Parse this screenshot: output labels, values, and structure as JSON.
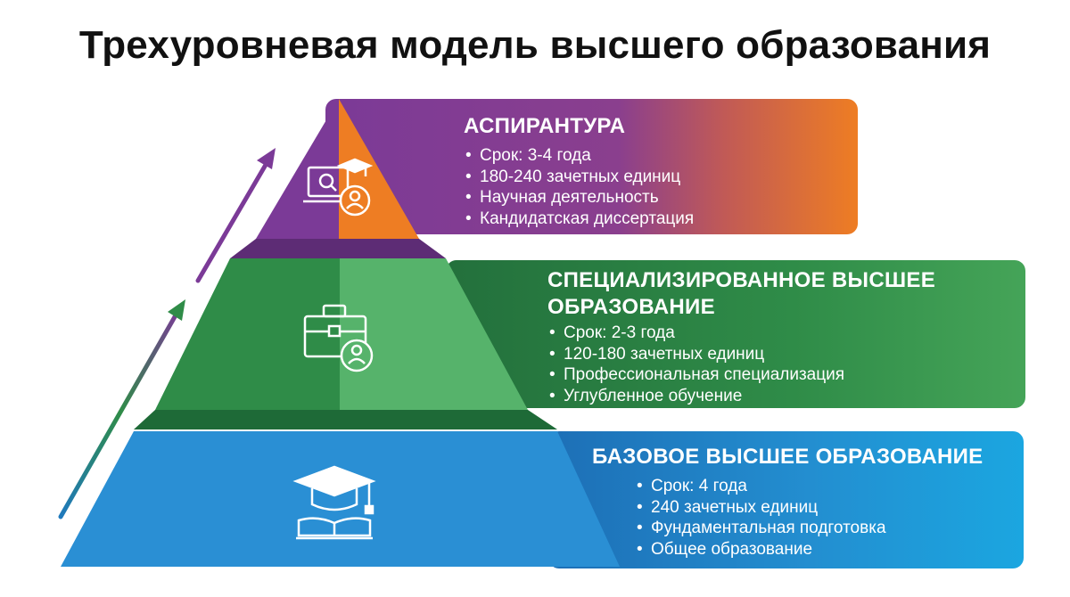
{
  "title": "Трехуровневая модель высшего образования",
  "colors": {
    "purple": "#7b3a97",
    "orange": "#ee7d23",
    "green_dark": "#2c8a45",
    "green_light": "#56b36b",
    "blue": "#2a8fd4",
    "blue_light": "#19a7e4"
  },
  "levels": [
    {
      "heading": "АСПИРАНТУРА",
      "items": [
        "Срок: 3-4 года",
        "180-240 зачетных единиц",
        "Научная деятельность",
        "Кандидатская диссертация"
      ],
      "icon": "laptop-graduate-icon"
    },
    {
      "heading_line1": "СПЕЦИАЛИЗИРОВАННОЕ ВЫСШЕЕ",
      "heading_line2": "ОБРАЗОВАНИЕ",
      "items": [
        "Срок: 2-3 года",
        "120-180 зачетных единиц",
        "Профессиональная специализация",
        "Углубленное обучение"
      ],
      "icon": "briefcase-person-icon"
    },
    {
      "heading": "БАЗОВОЕ ВЫСШЕЕ ОБРАЗОВАНИЕ",
      "items": [
        "Срок: 4 года",
        "240 зачетных единиц",
        "Фундаментальная подготовка",
        "Общее образование"
      ],
      "icon": "graduation-cap-book-icon"
    }
  ]
}
